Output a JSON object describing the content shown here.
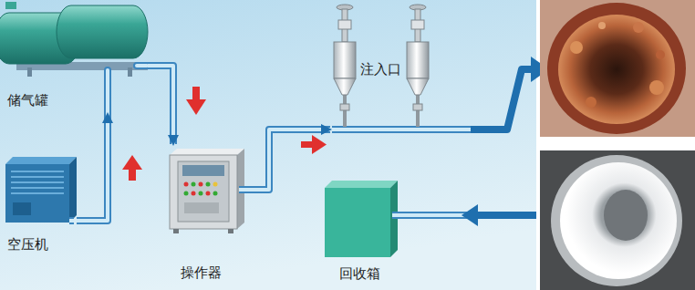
{
  "diagram": {
    "nodes": [
      {
        "text": [
          "储气罐"
        ]
      },
      {
        "text": [
          "空压机"
        ]
      },
      {
        "text": [
          "操作器"
        ]
      },
      {
        "text": [
          "注入口"
        ]
      },
      {
        "text": [
          "回收箱"
        ]
      }
    ],
    "edges": [
      {
        "from": 1,
        "to": 0,
        "arrow": "to"
      },
      {
        "from": 0,
        "to": 2,
        "arrow": "to"
      },
      {
        "from": 2,
        "to": 3,
        "arrow": "to"
      }
    ]
  }
}
